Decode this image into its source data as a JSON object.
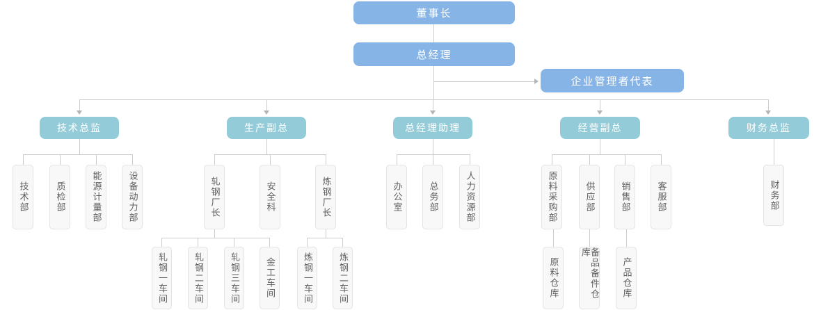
{
  "chart_title": "company-organization-chart",
  "colors": {
    "level1_blue": "#86b4e6",
    "level2_teal": "#93ccd8",
    "node_background": "#f8f8f8",
    "node_border": "#e3e3e3",
    "line": "#cccccc",
    "arrow": "#b3b6b8"
  },
  "nodes": {
    "chairman": {
      "label": "董事长"
    },
    "general_manager": {
      "label": "总经理"
    },
    "management_rep": {
      "label": "企业管理者代表"
    },
    "tech_director": {
      "label": "技术总监"
    },
    "production_vp": {
      "label": "生产副总"
    },
    "gm_assistant": {
      "label": "总经理助理"
    },
    "operations_vp": {
      "label": "经营副总"
    },
    "finance_director": {
      "label": "财务总监"
    },
    "tech_dept": {
      "label": "技术部"
    },
    "quality_dept": {
      "label": "质检部"
    },
    "energy_metering_dept": {
      "label": "能源计量部"
    },
    "equipment_power_dept": {
      "label": "设备动力部"
    },
    "rolling_mill_director": {
      "label": "轧钢厂长"
    },
    "safety_section": {
      "label": "安全科"
    },
    "steelmaking_director": {
      "label": "炼钢厂长"
    },
    "office": {
      "label": "办公室"
    },
    "general_affairs_dept": {
      "label": "总务部"
    },
    "hr_dept": {
      "label": "人力资源部"
    },
    "raw_material_purchasing_dept": {
      "label": "原料采购部"
    },
    "supply_dept": {
      "label": "供应部"
    },
    "sales_dept": {
      "label": "销售部"
    },
    "customer_service_dept": {
      "label": "客服部"
    },
    "finance_dept": {
      "label": "财务部"
    },
    "rolling_workshop_1": {
      "label": "轧钢一车间"
    },
    "rolling_workshop_2": {
      "label": "轧钢二车间"
    },
    "rolling_workshop_3": {
      "label": "轧钢三车间"
    },
    "metalwork_workshop": {
      "label": "金工车间"
    },
    "steelmaking_workshop_1": {
      "label": "炼钢一车间"
    },
    "steelmaking_workshop_2": {
      "label": "炼钢二车间"
    },
    "raw_material_warehouse": {
      "label": "原料仓库"
    },
    "spare_parts_warehouse": {
      "label": "备品备件仓库"
    },
    "product_warehouse": {
      "label": "产品仓库"
    }
  }
}
